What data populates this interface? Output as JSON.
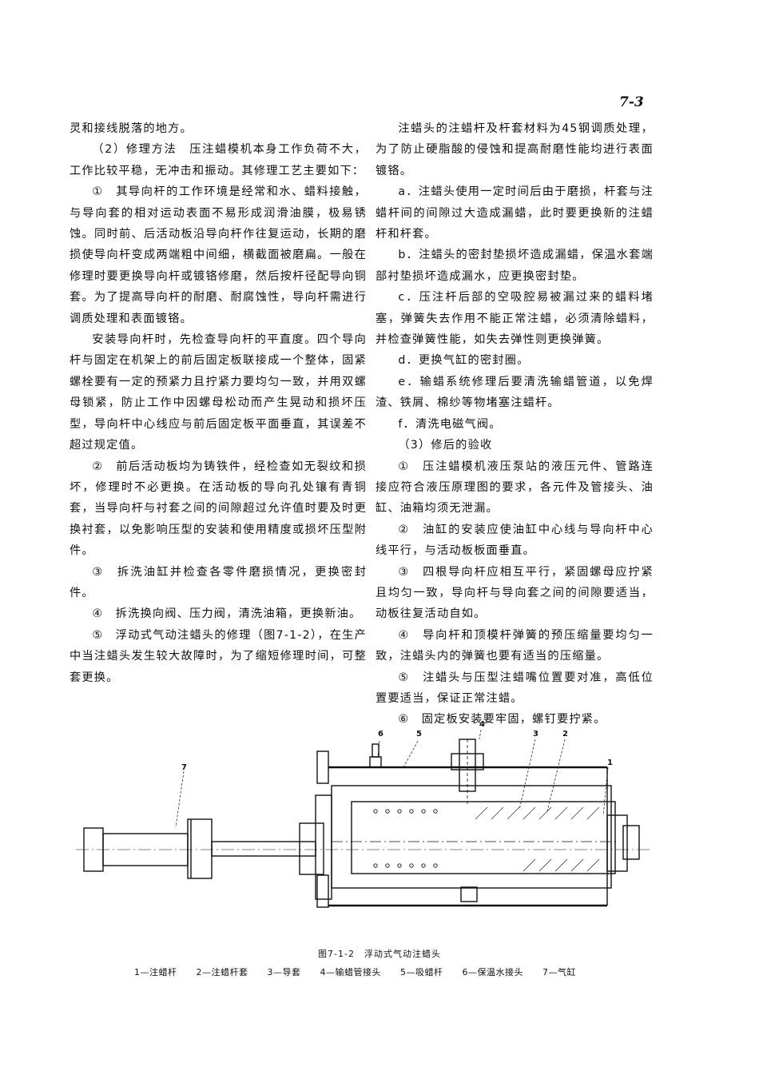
{
  "page": {
    "number": "7-3"
  },
  "left_column": {
    "paragraphs": [
      {
        "text": "灵和接线脱落的地方。",
        "indent": false
      },
      {
        "text": "（2）修理方法　压注蜡模机本身工作负荷不大，工作比较平稳，无冲击和振动。其修理工艺主要如下：",
        "indent": true
      },
      {
        "text": "①　其导向杆的工作环境是经常和水、蜡料接触，与导向套的相对运动表面不易形成润滑油膜，极易锈蚀。同时前、后活动板沿导向杆作往复运动，长期的磨损使导向杆变成两端粗中间细，横截面被磨扁。一般在修理时要更换导向杆或镀铬修磨，然后按杆径配导向铜套。为了提高导向杆的耐磨、耐腐蚀性，导向杆需进行调质处理和表面镀铬。",
        "indent": true
      },
      {
        "text": "安装导向杆时，先检查导向杆的平直度。四个导向杆与固定在机架上的前后固定板联接成一个整体，固紧螺栓要有一定的预紧力且拧紧力要均匀一致，并用双螺母锁紧，防止工作中因螺母松动而产生晃动和损坏压型，导向杆中心线应与前后固定板平面垂直，其误差不超过规定值。",
        "indent": true
      },
      {
        "text": "②　前后活动板均为铸铁件，经检查如无裂纹和损坏，修理时不必更换。在活动板的导向孔处镶有青铜套，当导向杆与衬套之间的间隙超过允许值时要及时更换衬套，以免影响压型的安装和使用精度或损坏压型附件。",
        "indent": true
      },
      {
        "text": "③　拆洗油缸并检查各零件磨损情况，更换密封件。",
        "indent": true
      },
      {
        "text": "④　拆洗换向阀、压力阀，清洗油箱，更换新油。",
        "indent": true
      },
      {
        "text": "⑤　浮动式气动注蜡头的修理（图7-1-2），在生产中当注蜡头发生较大故障时，为了缩短修理时间，可整套更换。",
        "indent": true
      }
    ]
  },
  "right_column": {
    "paragraphs": [
      {
        "text": "注蜡头的注蜡杆及杆套材料为45钢调质处理，为了防止硬脂酸的侵蚀和提高耐磨性能均进行表面镀铬。",
        "indent": true
      },
      {
        "text": "a．注蜡头使用一定时间后由于磨损，杆套与注蜡杆间的间隙过大造成漏蜡，此时要更换新的注蜡杆和杆套。",
        "indent": true
      },
      {
        "text": "b．注蜡头的密封垫损坏造成漏蜡，保温水套端部衬垫损坏造成漏水，应更换密封垫。",
        "indent": true
      },
      {
        "text": "c．压注杆后部的空吸腔易被漏过来的蜡料堵塞，弹簧失去作用不能正常注蜡，必须清除蜡料，并检查弹簧性能，如失去弹性则更换弹簧。",
        "indent": true
      },
      {
        "text": "d．更换气缸的密封圈。",
        "indent": true
      },
      {
        "text": "e．输蜡系统修理后要清洗输蜡管道，以免焊渣、铁屑、棉纱等物堵塞注蜡杆。",
        "indent": true
      },
      {
        "text": "f．清洗电磁气阀。",
        "indent": true
      },
      {
        "text": "（3）修后的验收",
        "indent": true
      },
      {
        "text": "①　压注蜡模机液压泵站的液压元件、管路连接应符合液压原理图的要求，各元件及管接头、油缸、油箱均须无泄漏。",
        "indent": true
      },
      {
        "text": "②　油缸的安装应使油缸中心线与导向杆中心线平行，与活动板板面垂直。",
        "indent": true
      },
      {
        "text": "③　四根导向杆应相互平行，紧固螺母应拧紧且均匀一致，导向杆与导向套之间的间隙要适当，动板往复活动自如。",
        "indent": true
      },
      {
        "text": "④　导向杆和顶模杆弹簧的预压缩量要均匀一致，注蜡头内的弹簧也要有适当的压缩量。",
        "indent": true
      },
      {
        "text": "⑤　注蜡头与压型注蜡嘴位置要对准，高低位置要适当，保证正常注蜡。",
        "indent": true
      },
      {
        "text": "⑥　固定板安装要牢固，螺钉要拧紧。",
        "indent": true
      }
    ]
  },
  "figure": {
    "caption": "图7-1-2　浮动式气动注蜡头",
    "callouts": [
      "1",
      "2",
      "3",
      "4",
      "5",
      "6",
      "7"
    ],
    "legend": [
      "1—注蜡杆",
      "2—注蜡杆套",
      "3—导套",
      "4—输蜡管接头",
      "5—吸蜡杆",
      "6—保温水接头",
      "7—气缸"
    ]
  }
}
